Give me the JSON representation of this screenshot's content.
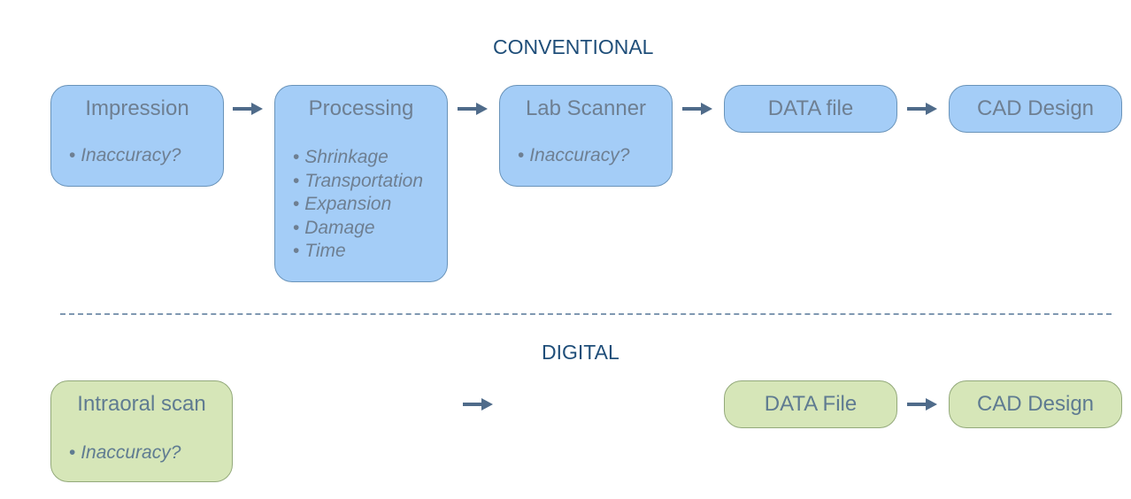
{
  "conventional": {
    "title": "CONVENTIONAL",
    "steps": [
      {
        "label": "Impression",
        "notes": [
          "Inaccuracy?"
        ]
      },
      {
        "label": "Processing",
        "notes": [
          "Shrinkage",
          "Transportation",
          "Expansion",
          "Damage",
          "Time"
        ]
      },
      {
        "label": "Lab Scanner",
        "notes": [
          "Inaccuracy?"
        ]
      },
      {
        "label": "DATA file",
        "notes": []
      },
      {
        "label": "CAD Design",
        "notes": []
      }
    ]
  },
  "digital": {
    "title": "DIGITAL",
    "steps": [
      {
        "label": "Intraoral scan",
        "notes": [
          "Inaccuracy?"
        ]
      },
      {
        "label": "DATA File",
        "notes": []
      },
      {
        "label": "CAD Design",
        "notes": []
      }
    ]
  },
  "colors": {
    "conventional_fill": "#a4cdf7",
    "digital_fill": "#d6e6b8",
    "arrow": "#4f6b8a",
    "title_text": "#1f4e79"
  }
}
